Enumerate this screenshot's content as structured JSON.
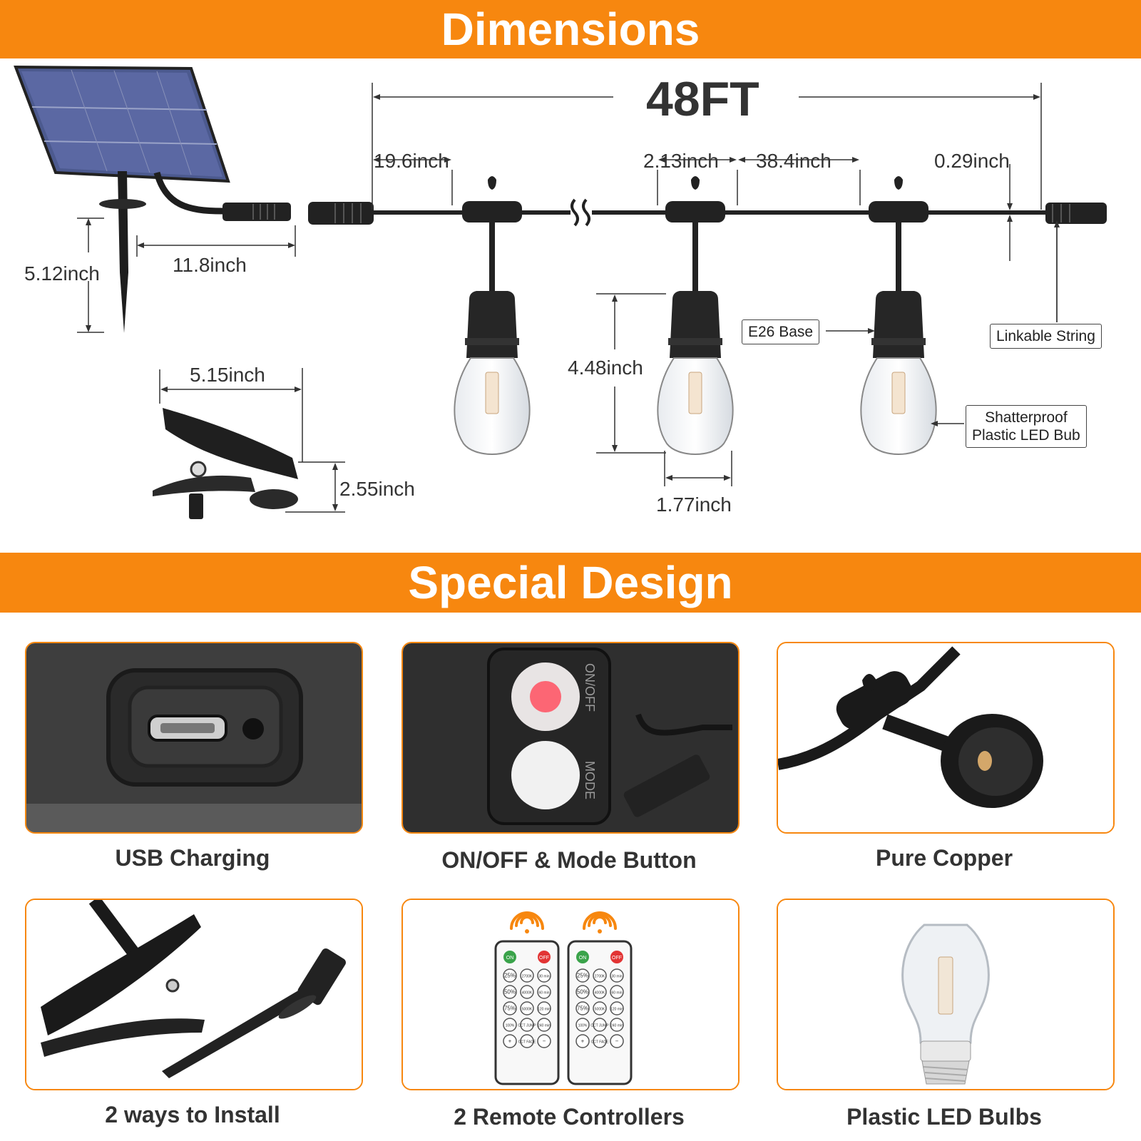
{
  "header": {
    "title": "Dimensions"
  },
  "diagram": {
    "total_length": "48FT",
    "dimensions": {
      "spacing_start": "19.6inch",
      "socket_width": "2.13inch",
      "bulb_spacing": "38.4inch",
      "end_gap": "0.29inch",
      "panel_stake_height": "5.12inch",
      "panel_cable_length": "11.8inch",
      "clip_width": "5.15inch",
      "clip_height": "2.55inch",
      "bulb_height": "4.48inch",
      "bulb_diameter": "1.77inch"
    },
    "callouts": {
      "base": "E26 Base",
      "linkable": "Linkable String",
      "bulb_line1": "Shatterproof",
      "bulb_line2": "Plastic LED Bub"
    }
  },
  "section2": {
    "title": "Special Design"
  },
  "features": [
    {
      "caption": "USB Charging"
    },
    {
      "caption": "ON/OFF & Mode Button"
    },
    {
      "caption": "Pure Copper"
    },
    {
      "caption": "2 ways to Install"
    },
    {
      "caption": "2 Remote Controllers"
    },
    {
      "caption": "Plastic LED Bulbs"
    }
  ],
  "button_labels": {
    "onoff": "ON/OFF",
    "mode": "MODE"
  },
  "remote": {
    "on": "ON",
    "off": "OFF",
    "keys": [
      "25%",
      "2700K",
      "30 min",
      "50%",
      "4000K",
      "60 min",
      "75%",
      "5000K",
      "120 min",
      "100%",
      "CCT JUMP",
      "240 min",
      "+",
      "CCT FADE",
      "−"
    ]
  },
  "colors": {
    "accent": "#f7870f",
    "text": "#333333"
  }
}
